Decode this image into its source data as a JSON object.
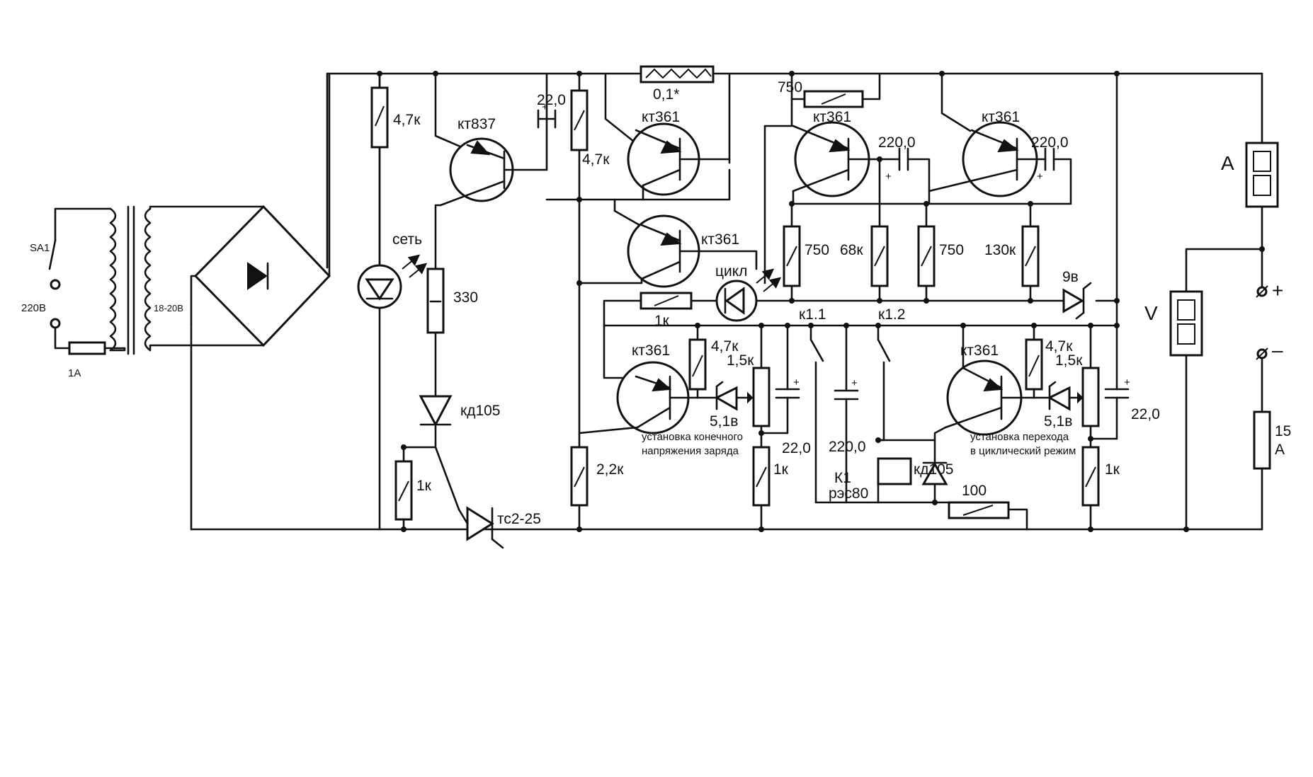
{
  "labels": {
    "sa1": "SA1",
    "mains_voltage": "220В",
    "mains_fuse": "1А",
    "secondary_voltage": "18-20В",
    "r_led_power": "4,7к",
    "led_power": "сеть",
    "r_330": "330",
    "d_kd105_a": "кд105",
    "r_1k_a": "1к",
    "thyristor": "тс2-25",
    "q_kt837": "кт837",
    "c_22_top": "22,0",
    "r_47k_top": "4,7к",
    "shunt": "0,1*",
    "q_kt361_top": "кт361",
    "q_kt361_mid": "кт361",
    "r_22k": "2,2к",
    "r_750_top": "750",
    "q_kt361_osc1": "кт361",
    "c_220_a": "220,0",
    "q_kt361_osc2": "кт361",
    "c_220_b": "220,0",
    "r_750_a": "750",
    "r_68k": "68к",
    "r_750_b": "750",
    "r_130k": "130к",
    "zener_9v": "9в",
    "led_cycle": "цикл",
    "r_1k_b": "1к",
    "k11": "к1.1",
    "k12": "к1.2",
    "q_kt361_low1": "кт361",
    "r_47k_b": "4,7к",
    "pot_15k_a": "1,5к",
    "zener_51_a": "5,1в",
    "c_22_b": "22,0",
    "r_1k_c": "1к",
    "caption_final_1": "установка конечного",
    "caption_final_2": "напряжения заряда",
    "c_2200": "220,0",
    "relay_name": "К1",
    "relay_type": "рэс80",
    "d_kd105_b": "кд105",
    "r_100": "100",
    "q_kt361_low2": "кт361",
    "r_47k_c": "4,7к",
    "pot_15k_b": "1,5к",
    "zener_51_b": "5,1в",
    "c_22_c": "22,0",
    "r_1k_d": "1к",
    "caption_cycle_1": "установка перехода",
    "caption_cycle_2": "в циклический режим",
    "ammeter": "А",
    "voltmeter": "V",
    "terminal_plus": "+",
    "terminal_minus": "–",
    "fuse_15_num": "15",
    "fuse_15_unit": "А"
  }
}
